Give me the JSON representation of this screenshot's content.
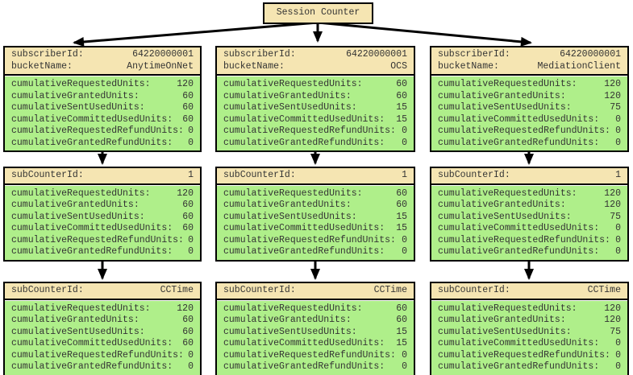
{
  "root": {
    "title": "Session Counter"
  },
  "colors": {
    "header_bg": "#f5e5b2",
    "body_bg": "#afef8a",
    "border": "#000000",
    "text": "#333333",
    "arrow": "#000000"
  },
  "columns": [
    {
      "name": "AnytimeOnNet",
      "boxes": [
        {
          "header": [
            {
              "label": "subscriberId:",
              "value": "64220000001"
            },
            {
              "label": "bucketName:",
              "value": "AnytimeOnNet"
            }
          ],
          "rows": [
            {
              "label": "cumulativeRequestedUnits:",
              "value": "120"
            },
            {
              "label": "cumulativeGrantedUnits:",
              "value": "60"
            },
            {
              "label": "cumulativeSentUsedUnits:",
              "value": "60"
            },
            {
              "label": "cumulativeCommittedUsedUnits:",
              "value": "60"
            },
            {
              "label": "cumulativeRequestedRefundUnits:",
              "value": "0"
            },
            {
              "label": "cumulativeGrantedRefundUnits:",
              "value": "0"
            }
          ]
        },
        {
          "header": [
            {
              "label": "subCounterId:",
              "value": "1"
            }
          ],
          "rows": [
            {
              "label": "cumulativeRequestedUnits:",
              "value": "120"
            },
            {
              "label": "cumulativeGrantedUnits:",
              "value": "60"
            },
            {
              "label": "cumulativeSentUsedUnits:",
              "value": "60"
            },
            {
              "label": "cumulativeCommittedUsedUnits:",
              "value": "60"
            },
            {
              "label": "cumulativeRequestedRefundUnits:",
              "value": "0"
            },
            {
              "label": "cumulativeGrantedRefundUnits:",
              "value": "0"
            }
          ]
        },
        {
          "header": [
            {
              "label": "subCounterId:",
              "value": "CCTime"
            }
          ],
          "rows": [
            {
              "label": "cumulativeRequestedUnits:",
              "value": "120"
            },
            {
              "label": "cumulativeGrantedUnits:",
              "value": "60"
            },
            {
              "label": "cumulativeSentUsedUnits:",
              "value": "60"
            },
            {
              "label": "cumulativeCommittedUsedUnits:",
              "value": "60"
            },
            {
              "label": "cumulativeRequestedRefundUnits:",
              "value": "0"
            },
            {
              "label": "cumulativeGrantedRefundUnits:",
              "value": "0"
            }
          ]
        }
      ]
    },
    {
      "name": "OCS",
      "boxes": [
        {
          "header": [
            {
              "label": "subscriberId:",
              "value": "64220000001"
            },
            {
              "label": "bucketName:",
              "value": "OCS"
            }
          ],
          "rows": [
            {
              "label": "cumulativeRequestedUnits:",
              "value": "60"
            },
            {
              "label": "cumulativeGrantedUnits:",
              "value": "60"
            },
            {
              "label": "cumulativeSentUsedUnits:",
              "value": "15"
            },
            {
              "label": "cumulativeCommittedUsedUnits:",
              "value": "15"
            },
            {
              "label": "cumulativeRequestedRefundUnits:",
              "value": "0"
            },
            {
              "label": "cumulativeGrantedRefundUnits:",
              "value": "0"
            }
          ]
        },
        {
          "header": [
            {
              "label": "subCounterId:",
              "value": "1"
            }
          ],
          "rows": [
            {
              "label": "cumulativeRequestedUnits:",
              "value": "60"
            },
            {
              "label": "cumulativeGrantedUnits:",
              "value": "60"
            },
            {
              "label": "cumulativeSentUsedUnits:",
              "value": "15"
            },
            {
              "label": "cumulativeCommittedUsedUnits:",
              "value": "15"
            },
            {
              "label": "cumulativeRequestedRefundUnits:",
              "value": "0"
            },
            {
              "label": "cumulativeGrantedRefundUnits:",
              "value": "0"
            }
          ]
        },
        {
          "header": [
            {
              "label": "subCounterId:",
              "value": "CCTime"
            }
          ],
          "rows": [
            {
              "label": "cumulativeRequestedUnits:",
              "value": "60"
            },
            {
              "label": "cumulativeGrantedUnits:",
              "value": "60"
            },
            {
              "label": "cumulativeSentUsedUnits:",
              "value": "15"
            },
            {
              "label": "cumulativeCommittedUsedUnits:",
              "value": "15"
            },
            {
              "label": "cumulativeRequestedRefundUnits:",
              "value": "0"
            },
            {
              "label": "cumulativeGrantedRefundUnits:",
              "value": "0"
            }
          ]
        }
      ]
    },
    {
      "name": "MediationClient",
      "boxes": [
        {
          "header": [
            {
              "label": "subscriberId:",
              "value": "64220000001"
            },
            {
              "label": "bucketName:",
              "value": "MediationClient"
            }
          ],
          "rows": [
            {
              "label": "cumulativeRequestedUnits:",
              "value": "120"
            },
            {
              "label": "cumulativeGrantedUnits:",
              "value": "120"
            },
            {
              "label": "cumulativeSentUsedUnits:",
              "value": "75"
            },
            {
              "label": "cumulativeCommittedUsedUnits:",
              "value": "0"
            },
            {
              "label": "cumulativeRequestedRefundUnits:",
              "value": "0"
            },
            {
              "label": "cumulativeGrantedRefundUnits:",
              "value": "0"
            }
          ]
        },
        {
          "header": [
            {
              "label": "subCounterId:",
              "value": "1"
            }
          ],
          "rows": [
            {
              "label": "cumulativeRequestedUnits:",
              "value": "120"
            },
            {
              "label": "cumulativeGrantedUnits:",
              "value": "120"
            },
            {
              "label": "cumulativeSentUsedUnits:",
              "value": "75"
            },
            {
              "label": "cumulativeCommittedUsedUnits:",
              "value": "0"
            },
            {
              "label": "cumulativeRequestedRefundUnits:",
              "value": "0"
            },
            {
              "label": "cumulativeGrantedRefundUnits:",
              "value": "0"
            }
          ]
        },
        {
          "header": [
            {
              "label": "subCounterId:",
              "value": "CCTime"
            }
          ],
          "rows": [
            {
              "label": "cumulativeRequestedUnits:",
              "value": "120"
            },
            {
              "label": "cumulativeGrantedUnits:",
              "value": "120"
            },
            {
              "label": "cumulativeSentUsedUnits:",
              "value": "75"
            },
            {
              "label": "cumulativeCommittedUsedUnits:",
              "value": "0"
            },
            {
              "label": "cumulativeRequestedRefundUnits:",
              "value": "0"
            },
            {
              "label": "cumulativeGrantedRefundUnits:",
              "value": "0"
            }
          ]
        }
      ]
    }
  ]
}
